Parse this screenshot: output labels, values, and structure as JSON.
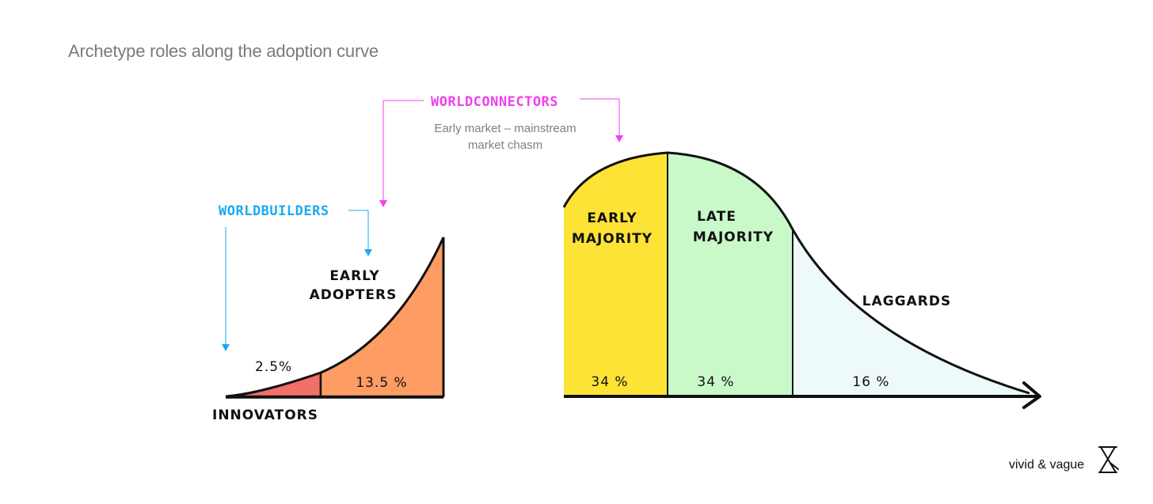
{
  "title": "Archetype roles along the adoption curve",
  "roles": {
    "worldbuilders": "WORLDBUILDERS",
    "worldconnectors": "WORLDCONNECTORS",
    "chasm_note": "Early market – mainstream market chasm"
  },
  "segments": [
    {
      "label": "INNOVATORS",
      "percent": "2.5%",
      "color": "#f1706a"
    },
    {
      "label_lines": [
        "EARLY",
        "ADOPTERS"
      ],
      "percent": "13.5 %",
      "color": "#fd9d63"
    },
    {
      "label_lines": [
        "EARLY",
        "MAJORITY"
      ],
      "percent": "34 %",
      "color": "#fde336"
    },
    {
      "label_lines": [
        "LATE",
        "MAJORITY"
      ],
      "percent": "34 %",
      "color": "#c9f9c9"
    },
    {
      "label": "LAGGARDS",
      "percent": "16 %",
      "color": "#eefafa"
    }
  ],
  "colors": {
    "worldbuilders": "#1aaaf0",
    "worldconnectors": "#f040f0"
  },
  "brand": "vivid & vague"
}
